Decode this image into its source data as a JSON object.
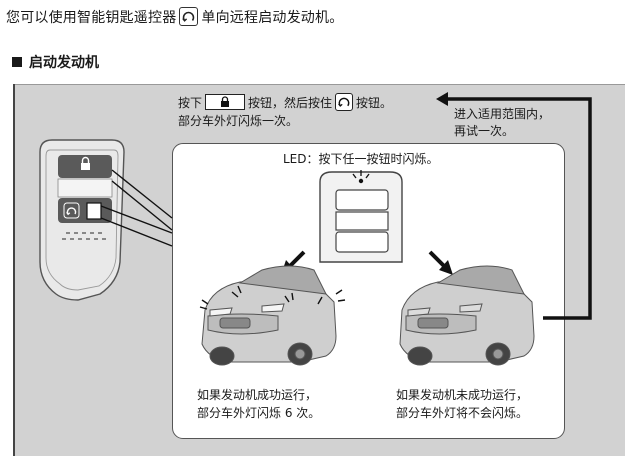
{
  "intro": {
    "before_icon": "您可以使用智能钥匙遥控器",
    "after_icon": "单向远程启动发动机。",
    "icon": "remote-start-icon"
  },
  "section": {
    "title": "启动发动机"
  },
  "instruction": {
    "press": "按下",
    "after_lock": "按钮，然后按住",
    "after_start": "按钮。",
    "line2": "部分车外灯闪烁一次。",
    "lock_icon": "lock-icon",
    "start_icon": "remote-start-icon"
  },
  "retry_note": {
    "line1": "进入适用范围内，",
    "line2": "再试一次。"
  },
  "led_note": "LED：按下任一按钮时闪烁。",
  "result_success": {
    "line1": "如果发动机成功运行，",
    "line2": "部分车外灯闪烁 6 次。"
  },
  "result_failure": {
    "line1": "如果发动机未成功运行，",
    "line2": "部分车外灯将不会闪烁。"
  },
  "colors": {
    "panel_bg": "#d2d2d2",
    "inner_bg": "#ffffff",
    "outline": "#333333"
  }
}
